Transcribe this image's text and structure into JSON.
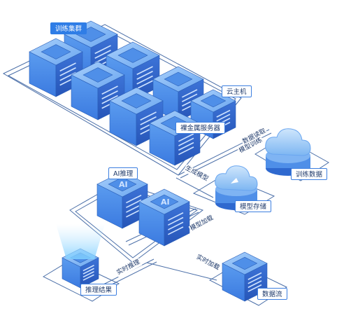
{
  "labels": {
    "training_cluster": "训练集群",
    "cloud_host": "云主机",
    "bare_metal": "裸金属服务器",
    "training_data": "训练数据",
    "model_storage": "模型存储",
    "ai_inference": "AI推理",
    "inference_result": "推理结果",
    "data_stream": "数据流"
  },
  "flows": {
    "data_read": "数据读取",
    "model_training": "模型训练",
    "generate_model": "生成模型",
    "model_load": "模型加载",
    "realtime_load": "实时加载",
    "realtime_inference": "实时推理"
  },
  "chip_text": "AI",
  "colors": {
    "top": "#7fb4f3",
    "left": "#4f8fe8",
    "right": "#2f69cf",
    "outline": "#2a5fb8",
    "line": "#4b6fa8",
    "cloud": "#8cc3f5"
  }
}
